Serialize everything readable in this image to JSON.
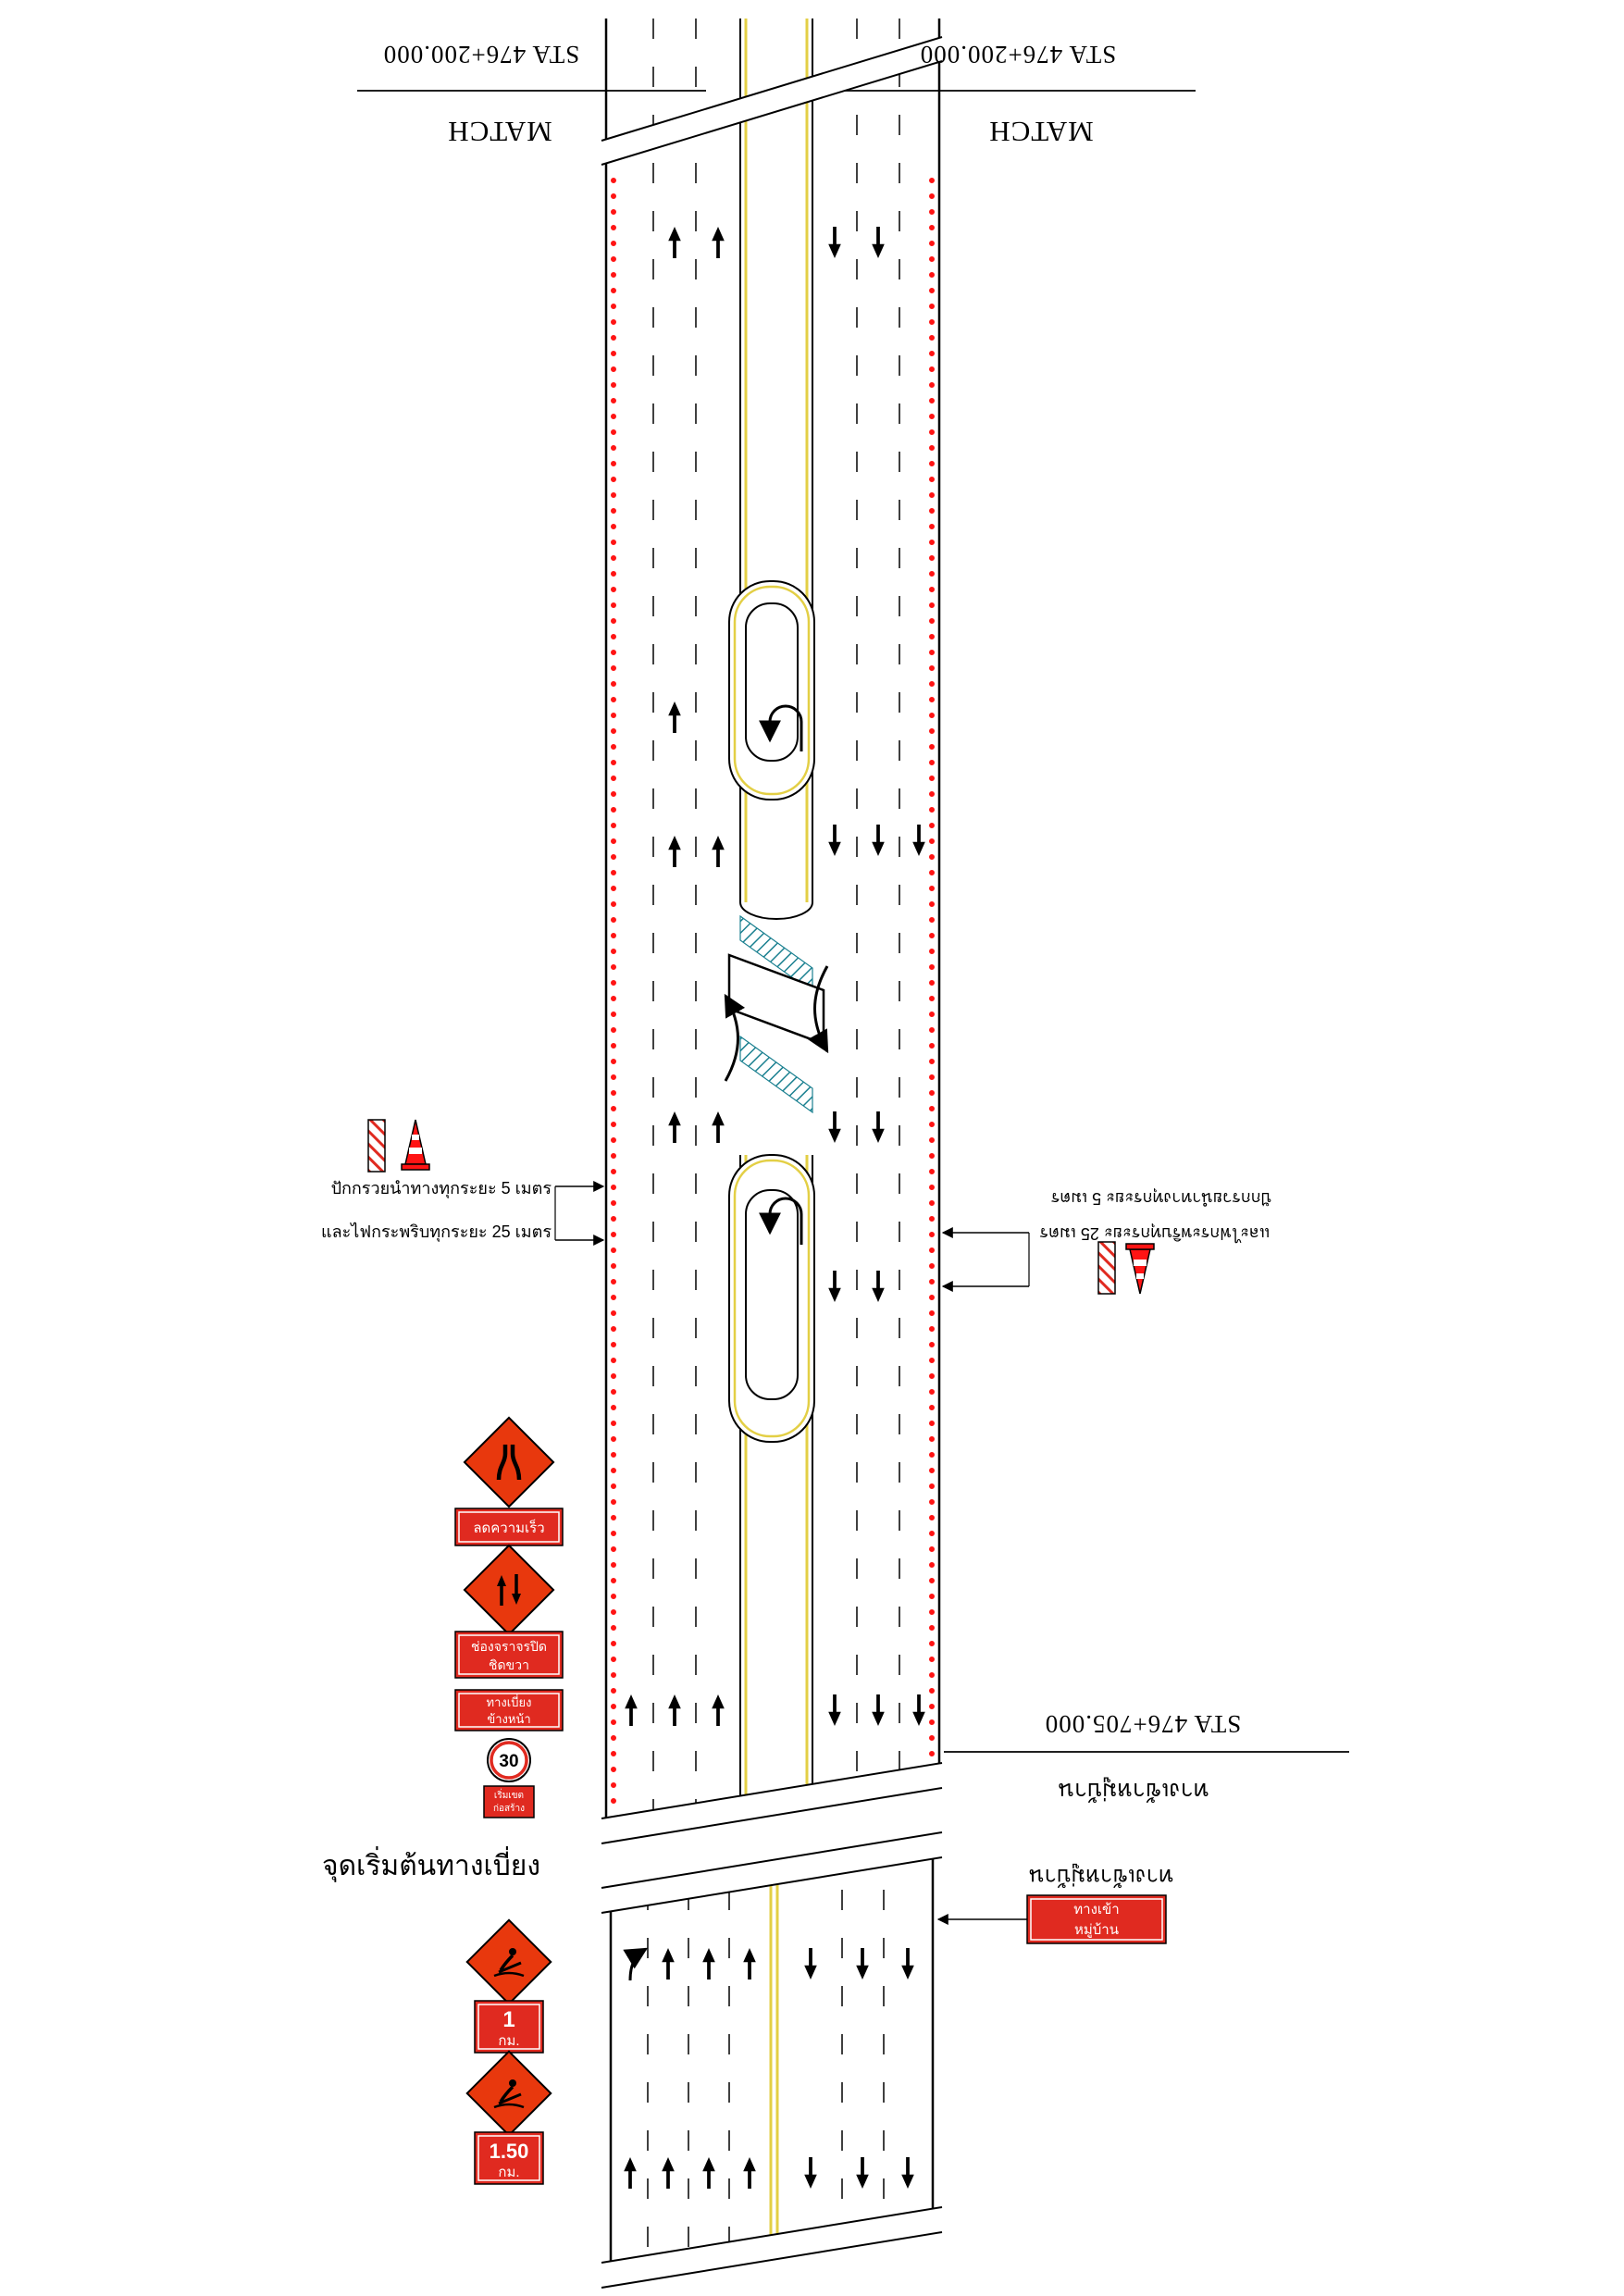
{
  "colors": {
    "sign_red": "#e02a20",
    "diamond_red": "#e8380d",
    "cone_red": "#ff1414",
    "median_yellow": "#e3cf45",
    "hatch_teal": "#1a8090"
  },
  "stations": {
    "top_left_sta": "STA 476+200.000",
    "top_left_match": "MATCH",
    "top_right_sta": "STA 476+200.000",
    "top_right_match": "MATCH",
    "mid_right_sta": "STA 476+705.000",
    "mid_right_road": "ทางเข้าหมู่บ้าน"
  },
  "annotations": {
    "detour_start": "จุดเริ่มต้นทางเบี่ยง",
    "cone_note_left_line1": "ปักกรวยนำทางทุกระยะ 5 เมตร",
    "cone_note_left_line2": "และไฟกระพริบทุกระยะ 25 เมตร",
    "cone_note_right_line1": "ปักกรวยนำทางทุกระยะ 5 เมตร",
    "cone_note_right_line2": "และไฟกระพริบทุกระยะ 25 เมตร",
    "village_label": "ทางเข้าหมู่บ้าน"
  },
  "signs": {
    "plate_reduce_speed": "ลดความเร็ว",
    "plate_lane_closed_line1": "ช่องจราจรปิด",
    "plate_lane_closed_line2": "ชิดขวา",
    "plate_detour_line1": "ทางเบี่ยง",
    "plate_detour_line2": "ข้างหน้า",
    "speed_limit": "30",
    "speed_plate_line1": "เริ่มเขต",
    "speed_plate_line2": "ก่อสร้าง",
    "km1_value": "1",
    "km1_unit": "กม.",
    "km2_value": "1.50",
    "km2_unit": "กม.",
    "village_line1": "ทางเข้า",
    "village_line2": "หมู่บ้าน"
  }
}
